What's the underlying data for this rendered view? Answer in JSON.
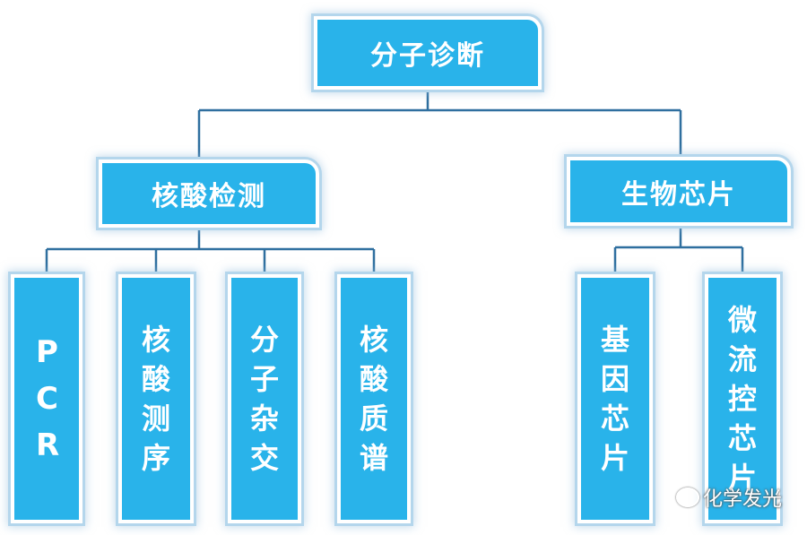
{
  "root": {
    "label": "分子诊断"
  },
  "branches": [
    {
      "label": "核酸检测",
      "children": [
        "PCR",
        "核酸测序",
        "分子杂交",
        "核酸质谱"
      ]
    },
    {
      "label": "生物芯片",
      "children": [
        "基因芯片",
        "微流控芯片"
      ]
    }
  ],
  "watermark": {
    "text": "化学发光",
    "icon": "wechat-icon"
  },
  "colors": {
    "box": "#29b3ea",
    "outline": "#b4d6ec",
    "line": "#2f6f9f"
  }
}
